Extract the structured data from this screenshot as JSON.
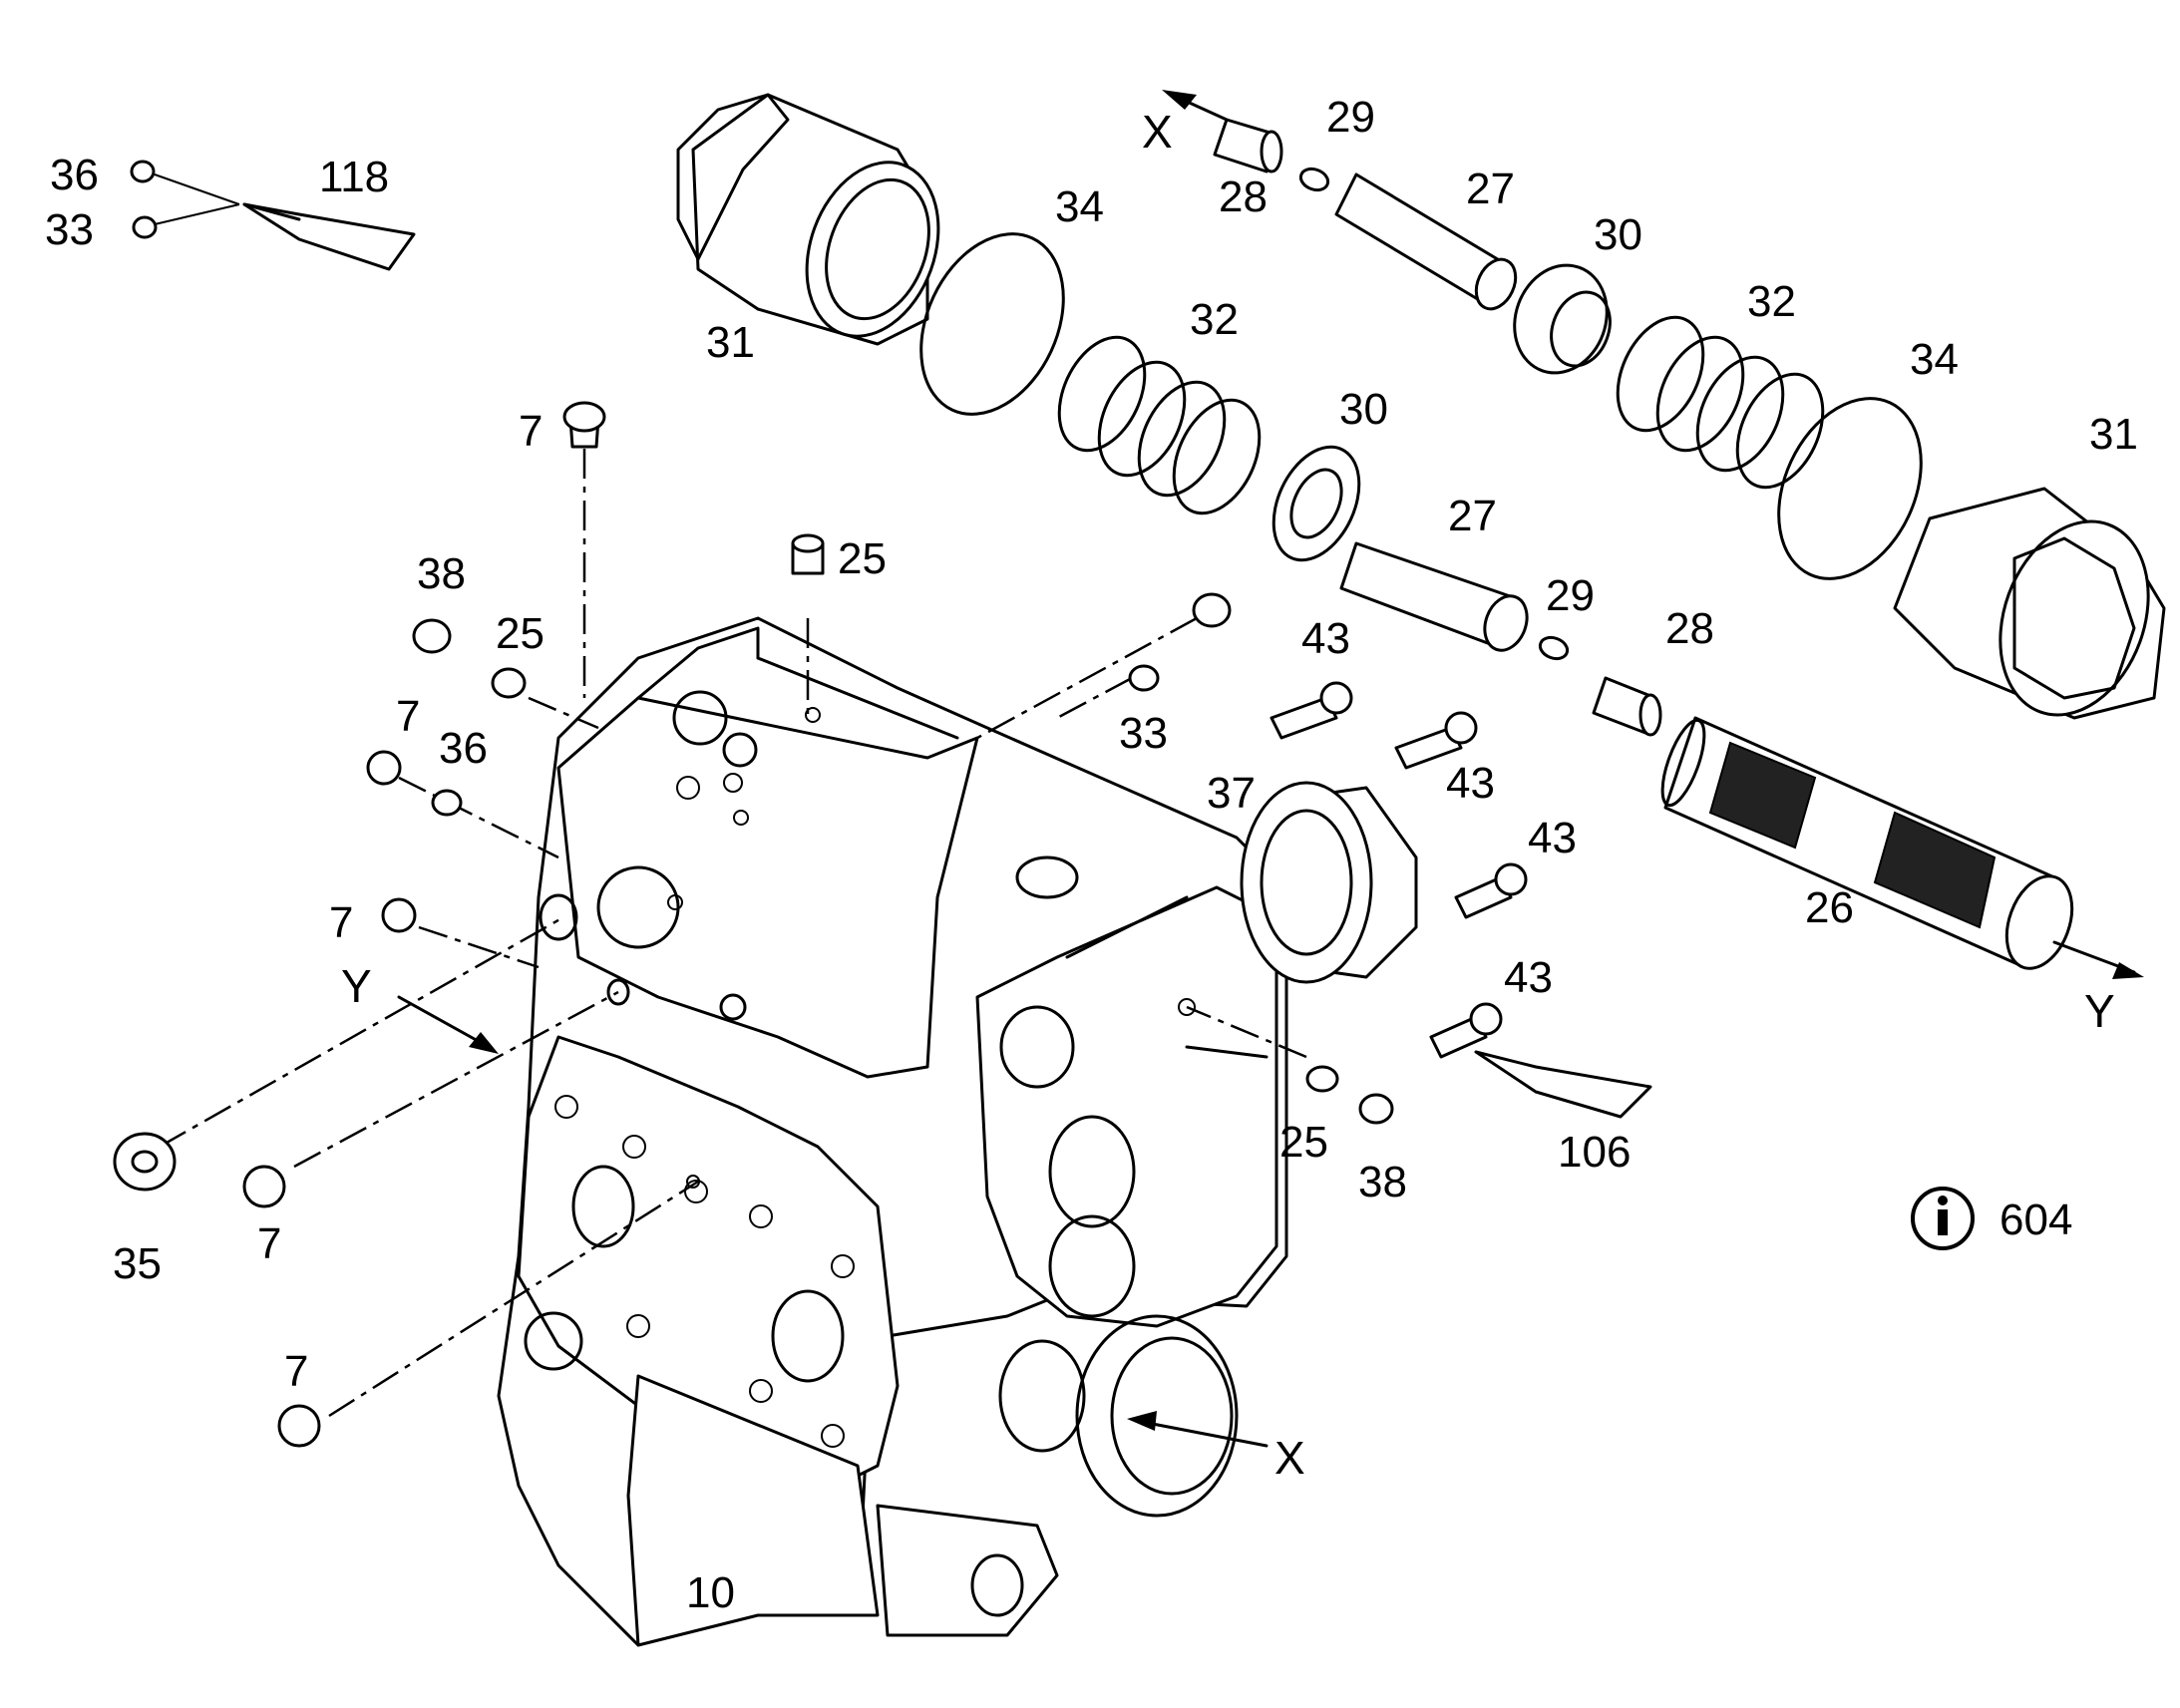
{
  "diagram": {
    "callouts": [
      "36",
      "33",
      "118",
      "31",
      "34",
      "28",
      "29",
      "27",
      "30",
      "32",
      "34",
      "30",
      "32",
      "27",
      "31",
      "7",
      "25",
      "38",
      "25",
      "7",
      "36",
      "7",
      "29",
      "28",
      "43",
      "33",
      "43",
      "37",
      "43",
      "26",
      "43",
      "25",
      "38",
      "106",
      "35",
      "7",
      "7",
      "10"
    ],
    "axis_markers": {
      "x_top": "X",
      "x_bottom": "X",
      "y_left": "Y",
      "y_right": "Y"
    },
    "info": {
      "icon": "info-icon",
      "text": "604"
    }
  }
}
